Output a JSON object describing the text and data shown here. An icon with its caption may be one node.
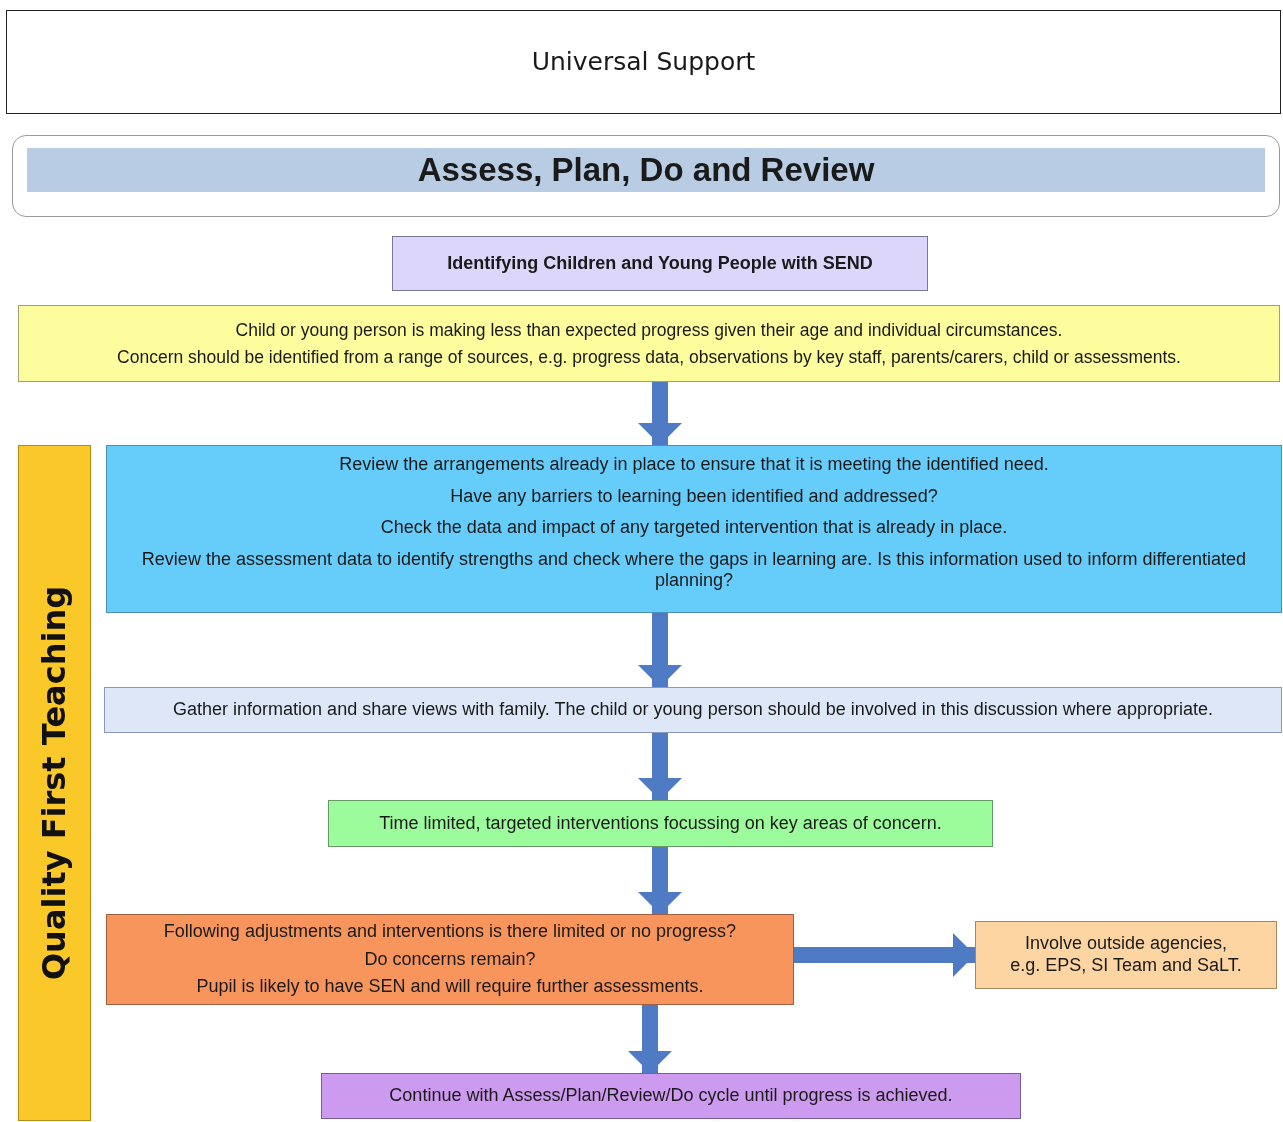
{
  "diagram": {
    "nodes": [
      {
        "text": [
          "Universal Support"
        ]
      },
      {
        "text": [
          "Assess, Plan, Do and Review"
        ]
      },
      {
        "text": [
          "Identifying Children and Young People with SEND"
        ]
      },
      {
        "text": [
          "Child or young person is making less than expected progress given their age and individual circumstances.",
          "Concern should be identified from a range of sources, e.g. progress data, observations by key staff, parents/carers, child or assessments."
        ]
      },
      {
        "text": [
          "Quality First Teaching"
        ]
      },
      {
        "text": [
          "Review the arrangements already in place to ensure that it is meeting the identified need.",
          "Have any barriers to learning been identified and addressed?",
          "Check the data and impact of any targeted intervention that is already in place.",
          "Review the assessment data to identify strengths and check where the gaps in learning are. Is this information used to inform differentiated planning?"
        ]
      },
      {
        "text": [
          "Gather information and share views with family. The child or young person should be involved in this discussion where appropriate."
        ]
      },
      {
        "text": [
          "Time limited, targeted interventions focussing on key areas of concern."
        ]
      },
      {
        "text": [
          "Following adjustments and interventions is there limited or no progress?",
          "Do concerns remain?",
          "Pupil is likely to have SEN and will require further assessments."
        ]
      },
      {
        "text": [
          "Involve outside agencies, e.g. EPS, SI Team and SaLT."
        ]
      },
      {
        "text": [
          "Continue with Assess/Plan/Review/Do cycle until progress is achieved."
        ]
      }
    ],
    "edges": [
      {
        "from": 3,
        "to": 5,
        "arrow": "to"
      },
      {
        "from": 5,
        "to": 6,
        "arrow": "to"
      },
      {
        "from": 6,
        "to": 7,
        "arrow": "to"
      },
      {
        "from": 7,
        "to": 8,
        "arrow": "to"
      },
      {
        "from": 8,
        "to": 9,
        "arrow": "to"
      },
      {
        "from": 8,
        "to": 10,
        "arrow": "to"
      }
    ]
  }
}
